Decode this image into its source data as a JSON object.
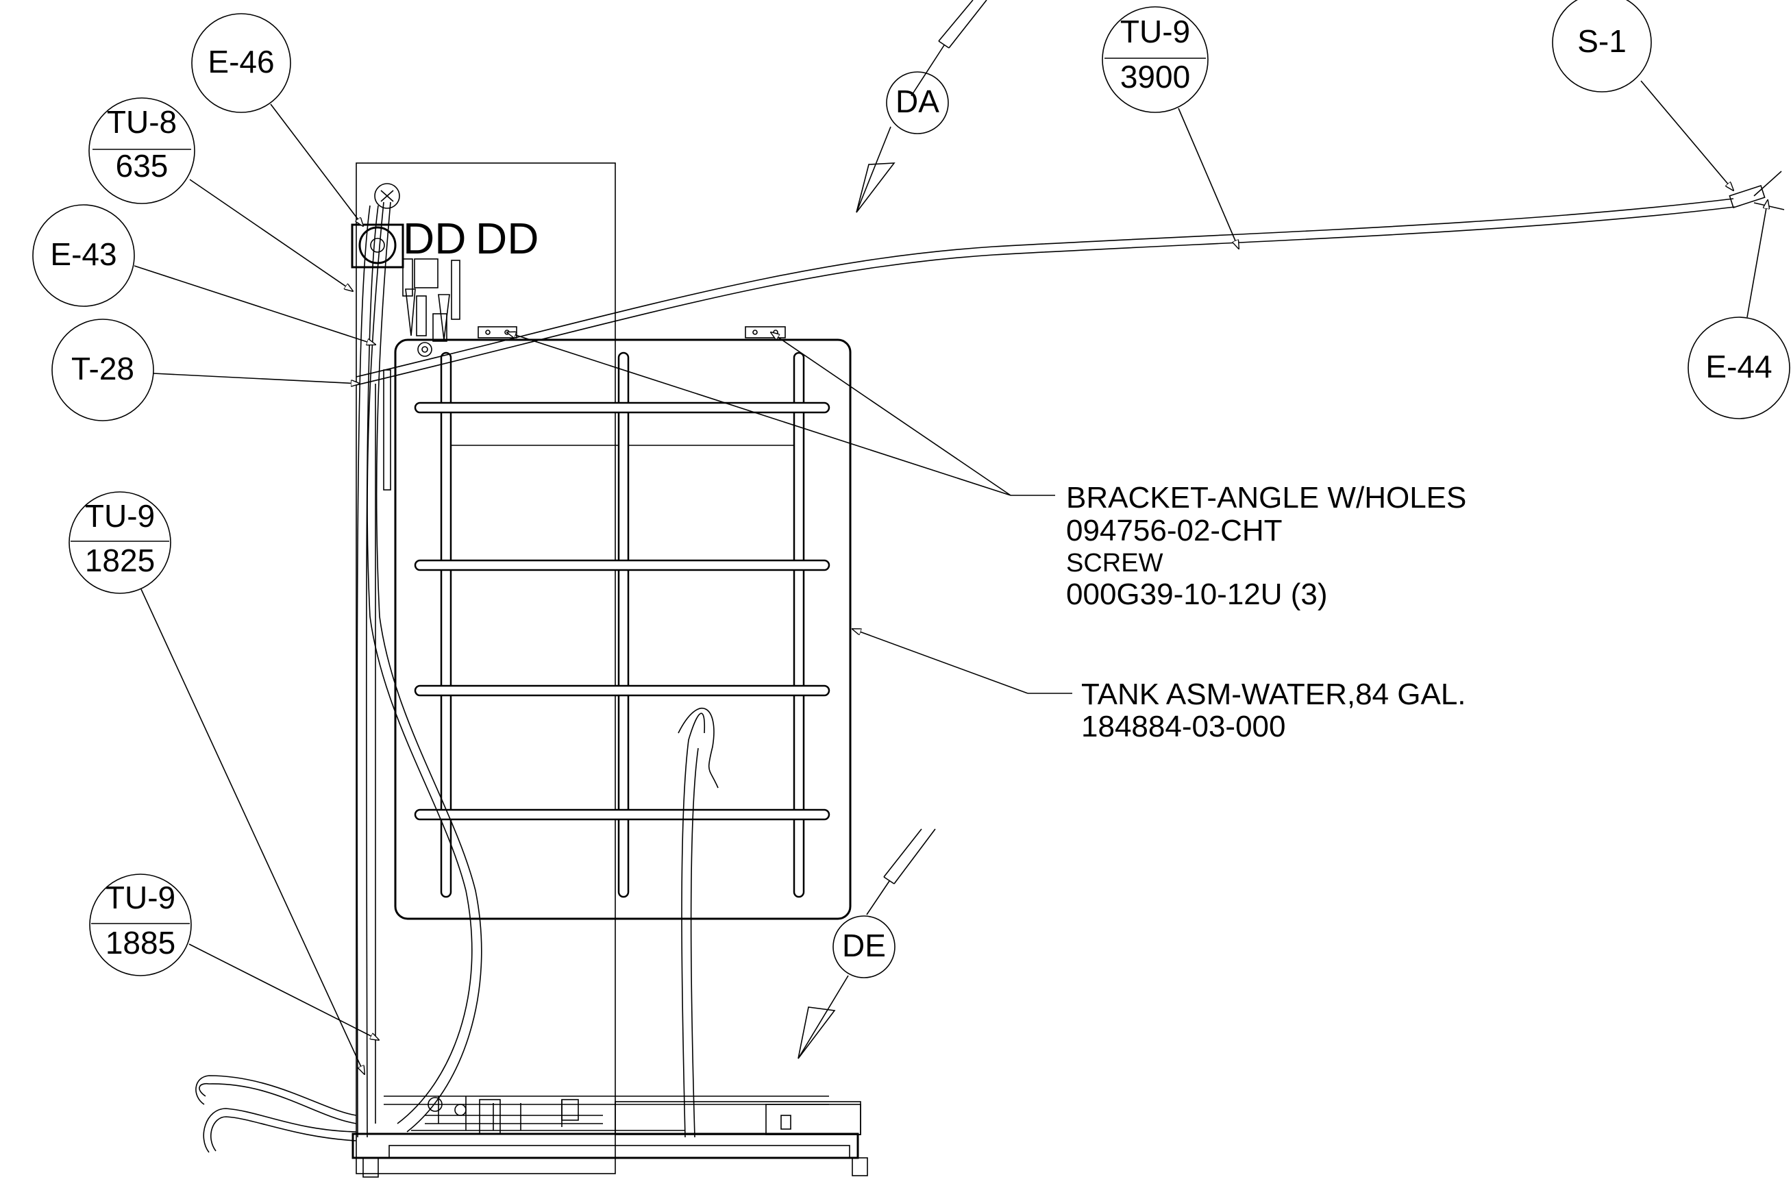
{
  "balloons": {
    "e46": "E-46",
    "tu8_top": "TU-8",
    "tu8_bottom": "635",
    "e43": "E-43",
    "t28": "T-28",
    "tu9a_top": "TU-9",
    "tu9a_bottom": "1825",
    "tu9b_top": "TU-9",
    "tu9b_bottom": "1885",
    "tu9c_top": "TU-9",
    "tu9c_bottom": "3900",
    "s1": "S-1",
    "e44": "E-44"
  },
  "views": {
    "da": "DA",
    "de": "DE"
  },
  "callouts": {
    "bracket_line1": "BRACKET-ANGLE W/HOLES",
    "bracket_line2": "094756-02-CHT",
    "bracket_line3": "SCREW",
    "bracket_line4": "000G39-10-12U (3)",
    "tank_line1": "TANK ASM-WATER,84 GAL.",
    "tank_line2": "184884-03-000"
  },
  "misc": {
    "dd_label_1": "DD",
    "dd_label_2": "DD"
  }
}
